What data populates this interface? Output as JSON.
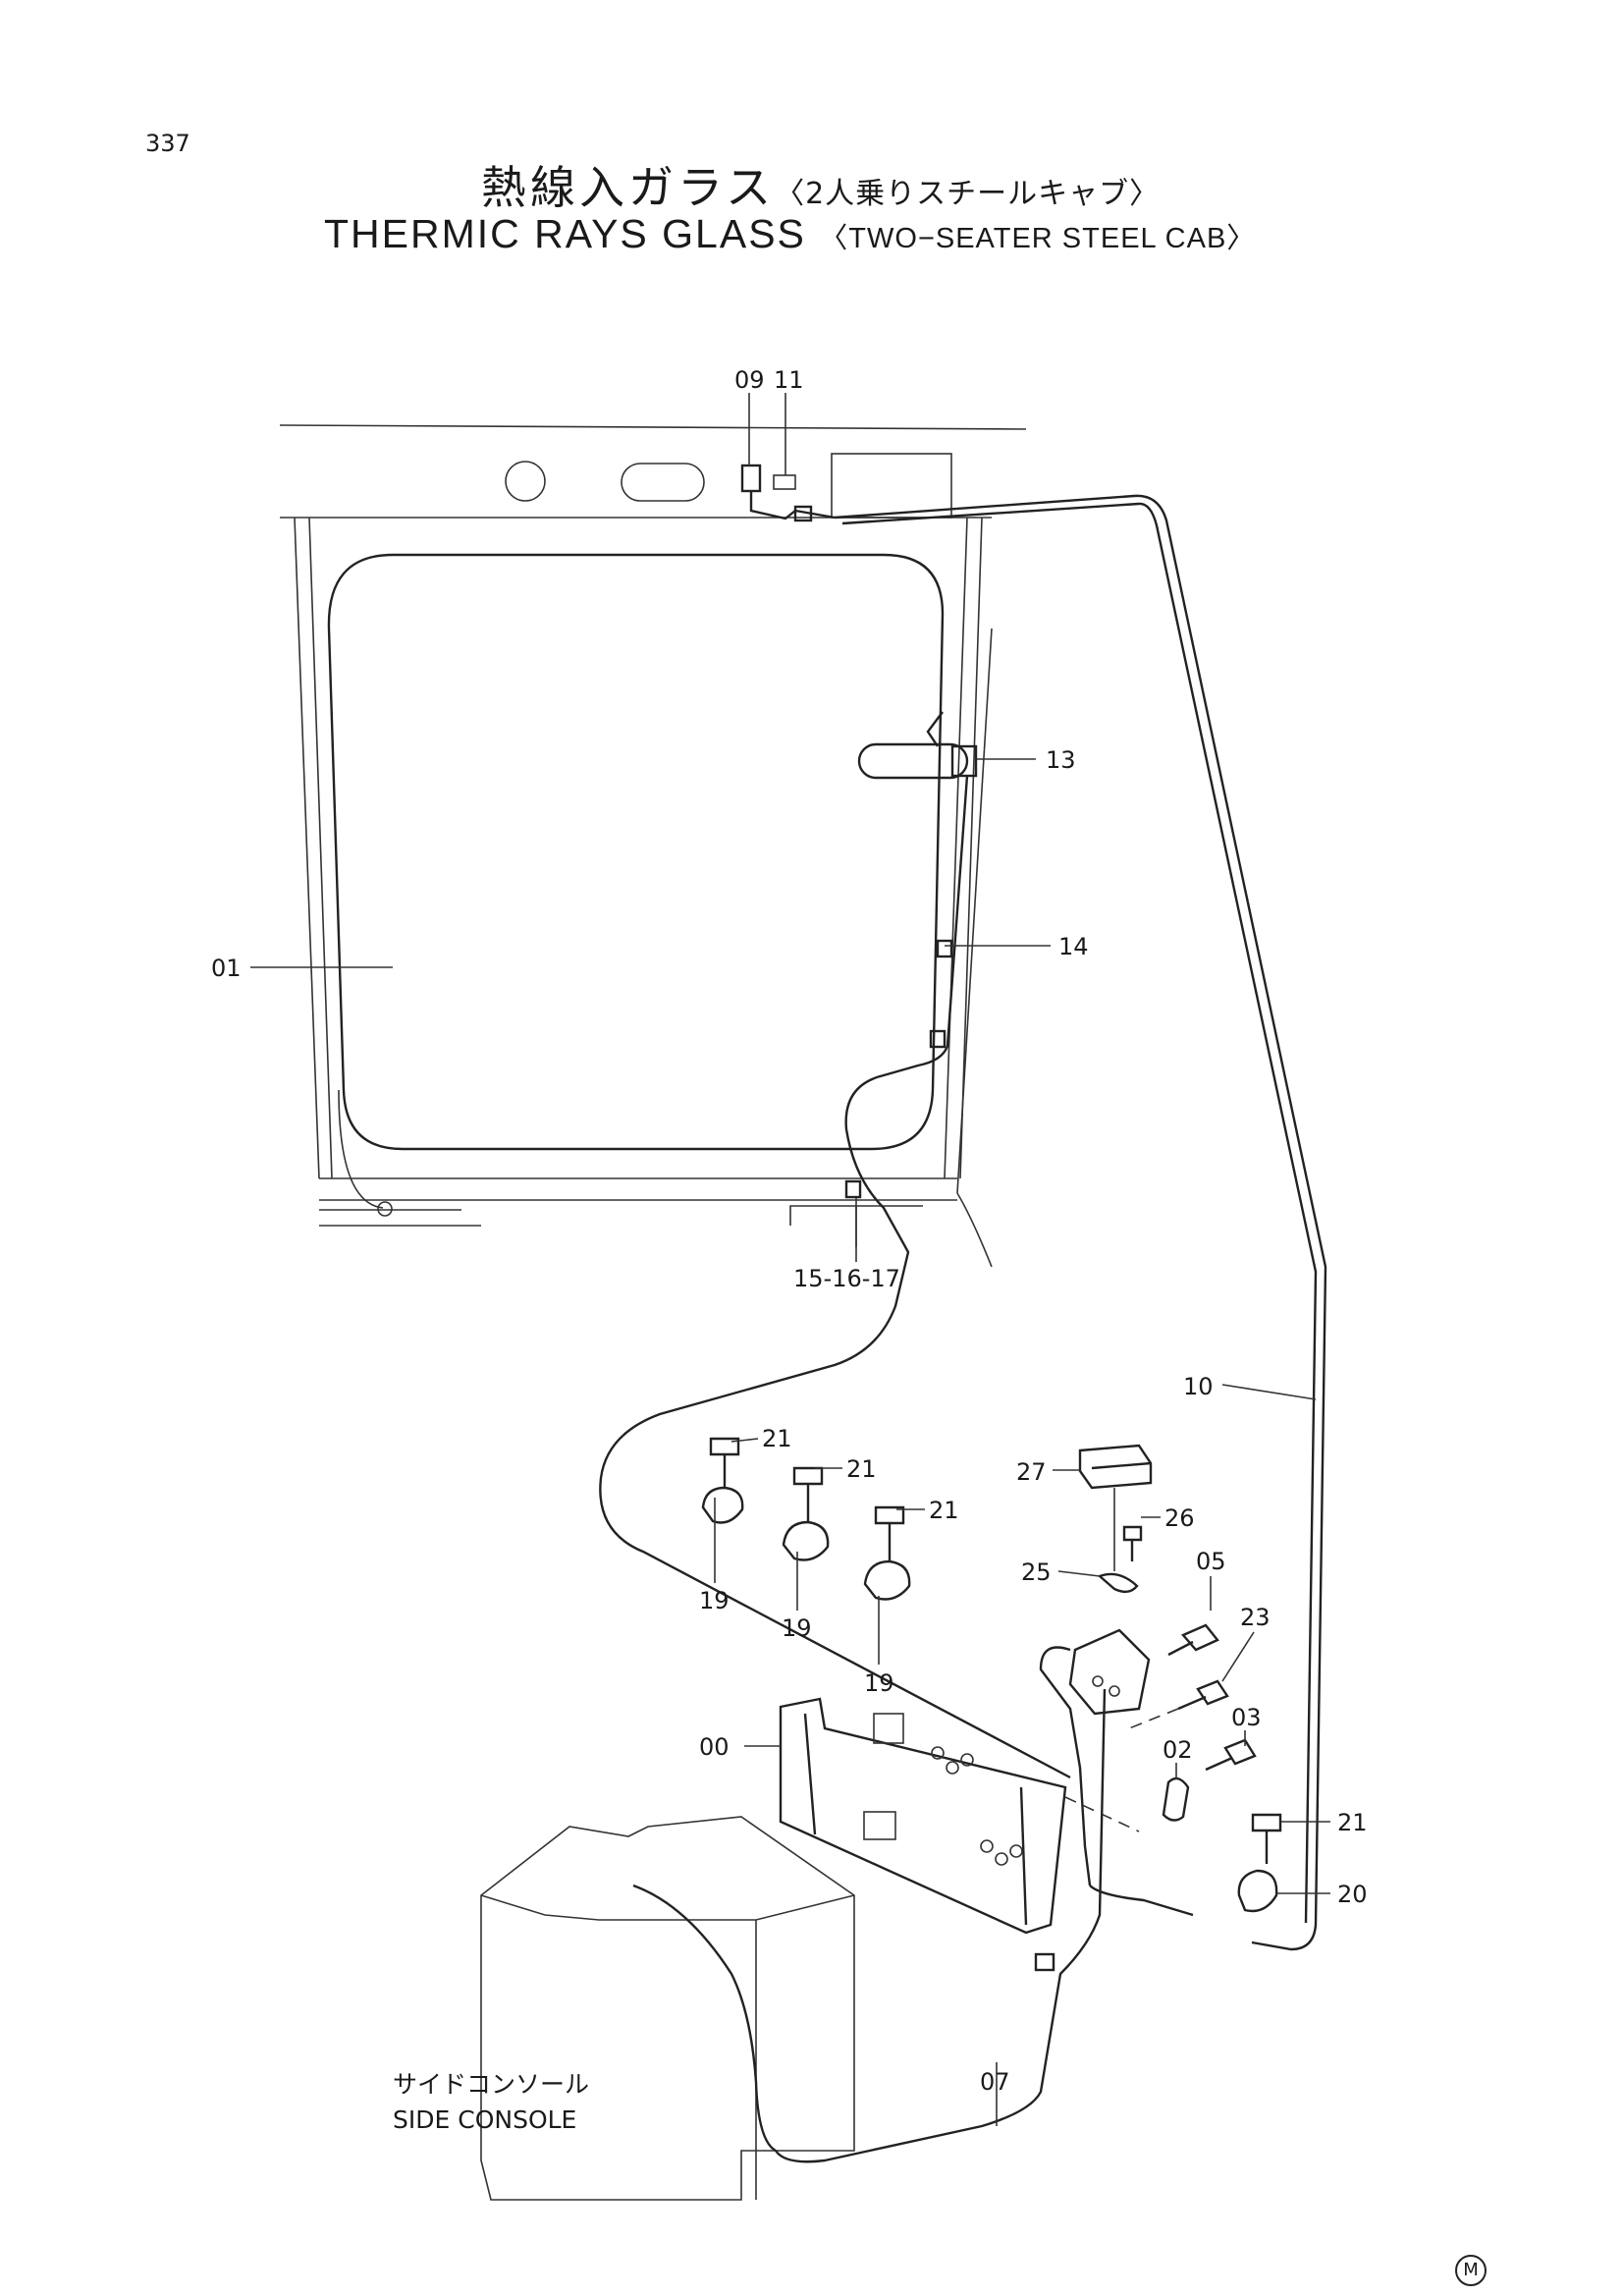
{
  "page_number": "337",
  "title": {
    "jp_main": "熱線入ガラス",
    "jp_sub": "〈2人乗りスチールキャブ〉",
    "en_main": "THERMIC RAYS GLASS",
    "en_sub": "〈TWO−SEATER STEEL CAB〉"
  },
  "callouts": {
    "c09": "09",
    "c11": "11",
    "c13": "13",
    "c01": "01",
    "c14": "14",
    "c151617": "15-16-17",
    "c10": "10",
    "c21a": "21",
    "c21b": "21",
    "c21c": "21",
    "c21d": "21",
    "c27": "27",
    "c26": "26",
    "c25": "25",
    "c05": "05",
    "c23": "23",
    "c19a": "19",
    "c19b": "19",
    "c19c": "19",
    "c00": "00",
    "c03": "03",
    "c02": "02",
    "c20": "20",
    "c07": "07"
  },
  "side_console": {
    "jp": "サイドコンソール",
    "en": "SIDE CONSOLE"
  },
  "mark": "M"
}
